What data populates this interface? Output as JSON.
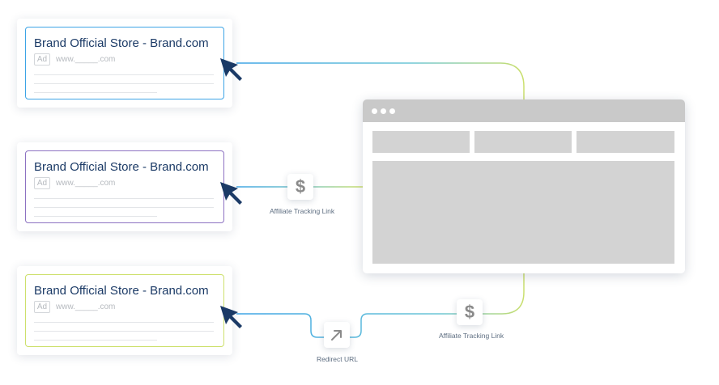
{
  "ads": [
    {
      "title": "Brand Official Store - Brand.com",
      "badge": "Ad",
      "url": "www._____.com",
      "border_color": "#3da4e6"
    },
    {
      "title": "Brand Official Store - Brand.com",
      "badge": "Ad",
      "url": "www._____.com",
      "border_color": "#8d72c2"
    },
    {
      "title": "Brand Official Store - Brand.com",
      "badge": "Ad",
      "url": "www._____.com",
      "border_color": "#cde06c"
    }
  ],
  "labels": {
    "affiliate_top": "Affiliate Tracking Link",
    "affiliate_bottom": "Affiliate Tracking Link",
    "redirect": "Redirect URL"
  },
  "icons": {
    "affiliate": "dollar-icon",
    "redirect": "arrow-up-right-icon",
    "cursor": "cursor-arrow-icon"
  },
  "colors": {
    "connector_blue": "#3da4e6",
    "connector_green": "#cde06c",
    "cursor": "#1b3a66",
    "browser_gray": "#d3d3d3"
  }
}
